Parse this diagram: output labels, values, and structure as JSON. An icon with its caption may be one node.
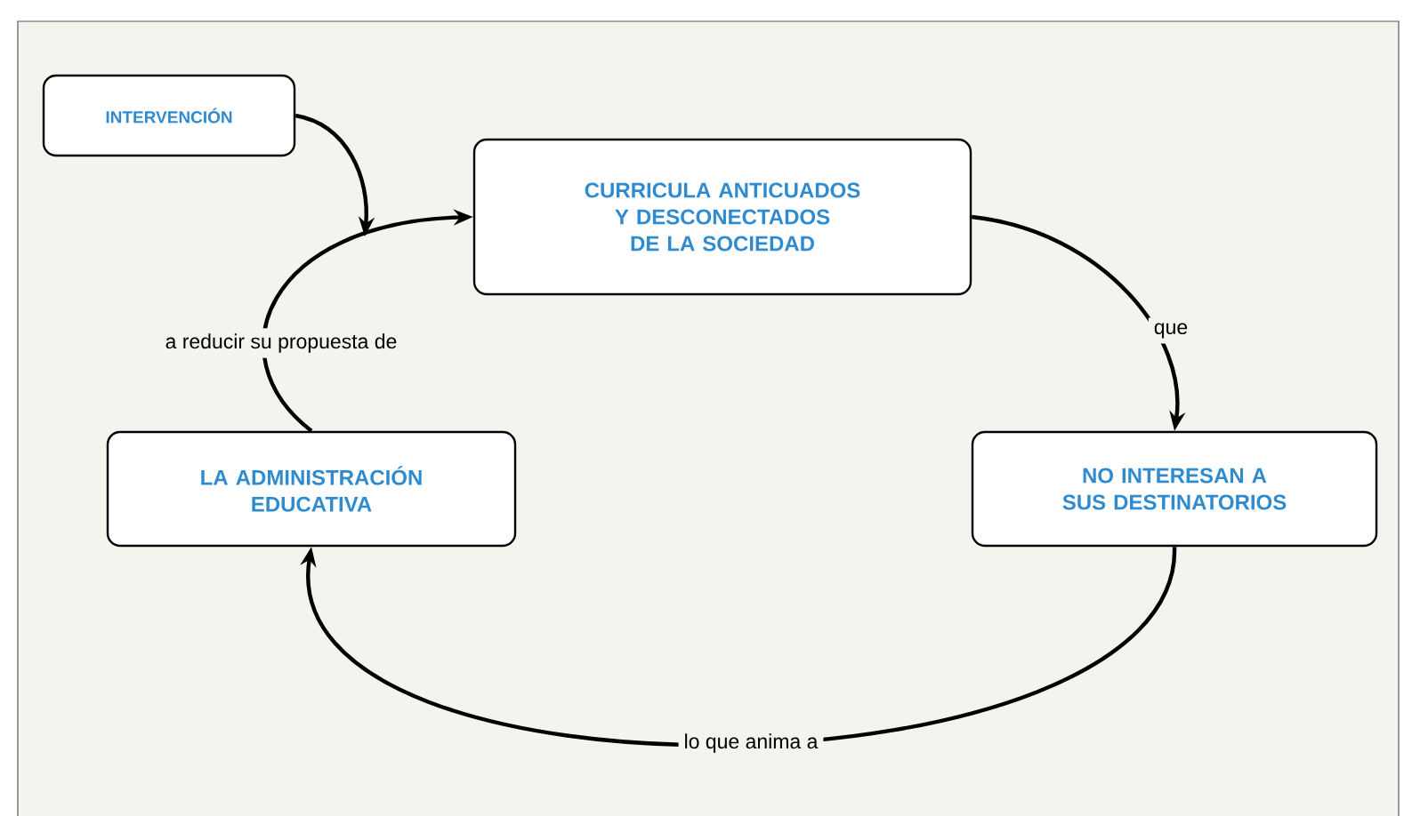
{
  "diagram": {
    "nodes": [
      {
        "text": [
          "INTERVENCIÓN"
        ]
      },
      {
        "text": [
          "CURRICULA ANTICUADOS Y DESCONECTADOS DE LA SOCIEDAD"
        ]
      },
      {
        "text": [
          "NO INTERESAN A SUS DESTINATORIOS"
        ]
      },
      {
        "text": [
          "LA ADMINISTRACIÓN EDUCATIVA"
        ]
      }
    ],
    "edges": [
      {
        "from": 1,
        "to": 2,
        "arrow": "to",
        "label": "que"
      },
      {
        "from": 2,
        "to": 3,
        "arrow": "to",
        "label": "lo que anima a"
      },
      {
        "from": 3,
        "to": 1,
        "arrow": "to",
        "label": "a reducir su propuesta de"
      },
      {
        "from": 0,
        "to": null,
        "arrow": "to"
      }
    ]
  }
}
